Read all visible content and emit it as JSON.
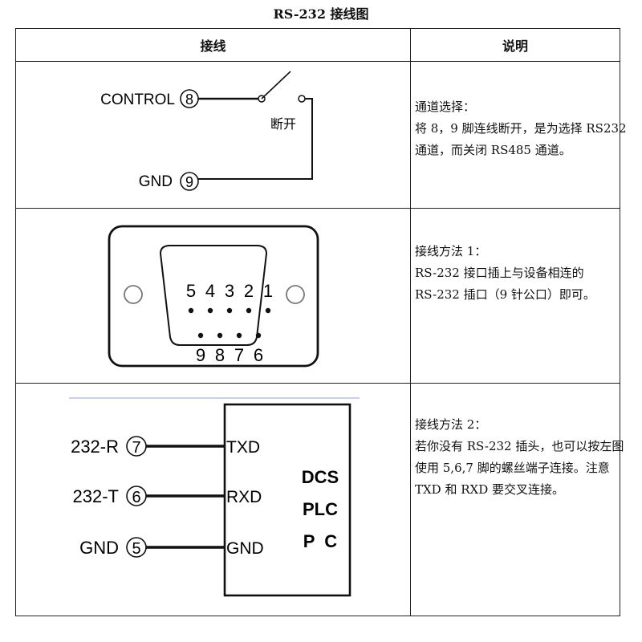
{
  "title": "RS-232 接线图",
  "table": {
    "header": {
      "wiring": "接线",
      "description": "说明"
    }
  },
  "row1": {
    "diagram": {
      "pin8_label": "CONTROL",
      "pin8": "8",
      "pin9_label": "GND",
      "pin9": "9",
      "switch_label": "断开"
    },
    "desc_lines": [
      "通道选择：",
      "将 8，9 脚连线断开，是为选择 RS232",
      "通道，而关闭 RS485 通道。"
    ]
  },
  "row2": {
    "diagram": {
      "top_pins": [
        "5",
        "4",
        "3",
        "2",
        "1"
      ],
      "bottom_pins": [
        "9",
        "8",
        "7",
        "6"
      ]
    },
    "desc_lines": [
      "接线方法 1：",
      "RS-232 接口插上与设备相连的",
      "RS-232 插口（9 针公口）即可。"
    ]
  },
  "row3": {
    "diagram": {
      "pins": [
        {
          "label": "232-R",
          "num": "7",
          "signal": "TXD"
        },
        {
          "label": "232-T",
          "num": "6",
          "signal": "RXD"
        },
        {
          "label": "GND",
          "num": "5",
          "signal": "GND"
        }
      ],
      "device_lines": [
        "DCS",
        "PLC",
        "P  C"
      ]
    },
    "desc_lines": [
      "接线方法 2：",
      "若你没有 RS-232 插头，也可以按左图",
      "使用 5,6,7 脚的螺丝端子连接。注意",
      "TXD 和 RXD 要交叉连接。"
    ]
  }
}
